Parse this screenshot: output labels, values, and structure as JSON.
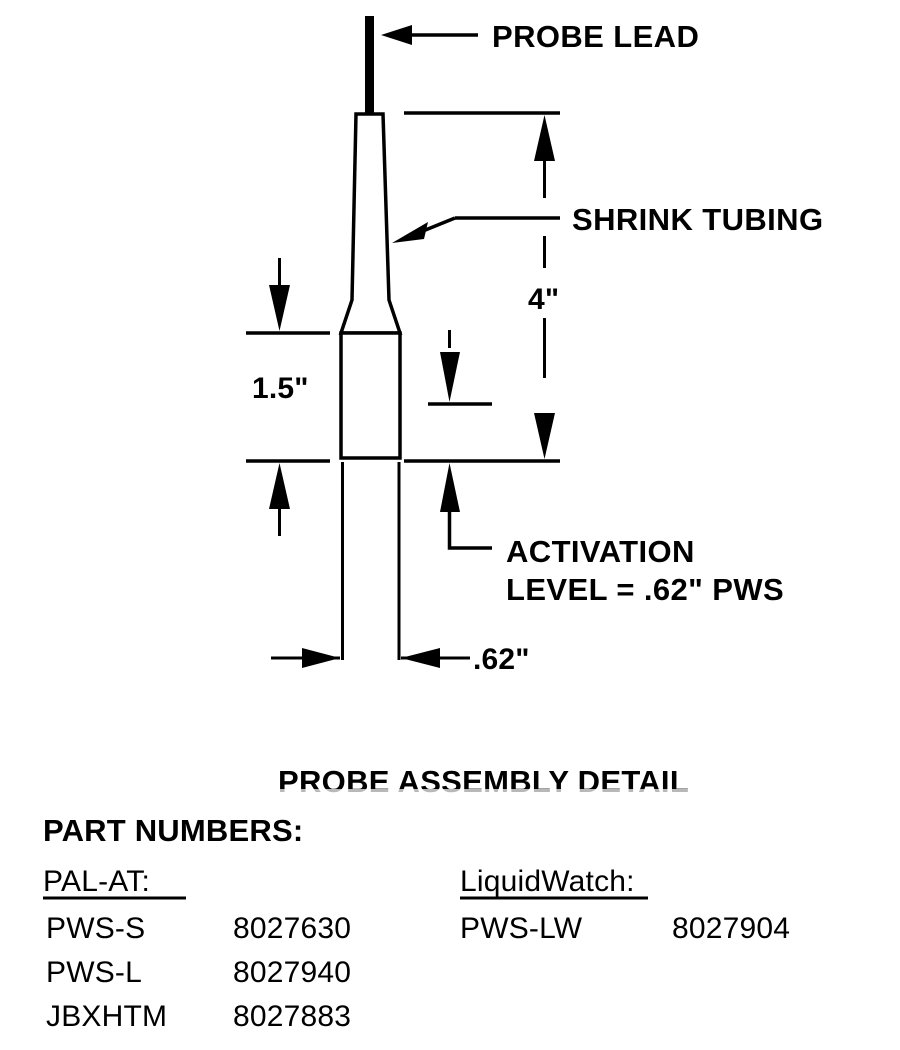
{
  "diagram": {
    "title": "PROBE ASSEMBLY DETAIL",
    "callouts": {
      "probe_lead": "PROBE LEAD",
      "shrink_tubing": "SHRINK TUBING",
      "activation_line1": "ACTIVATION",
      "activation_line2": "LEVEL = .62\" PWS"
    },
    "dimensions": {
      "body_length": "1.5\"",
      "overall_length": "4\"",
      "body_width": ".62\""
    }
  },
  "parts": {
    "heading": "PART NUMBERS:",
    "columns": [
      {
        "header": "PAL-AT:",
        "rows": [
          {
            "name": "PWS-S",
            "number": "8027630"
          },
          {
            "name": "PWS-L",
            "number": "8027940"
          },
          {
            "name": "JBXHTM",
            "number": "8027883"
          }
        ]
      },
      {
        "header": "LiquidWatch:",
        "rows": [
          {
            "name": "PWS-LW",
            "number": "8027904"
          }
        ]
      }
    ]
  },
  "colors": {
    "ink": "#000000",
    "background": "#ffffff"
  }
}
